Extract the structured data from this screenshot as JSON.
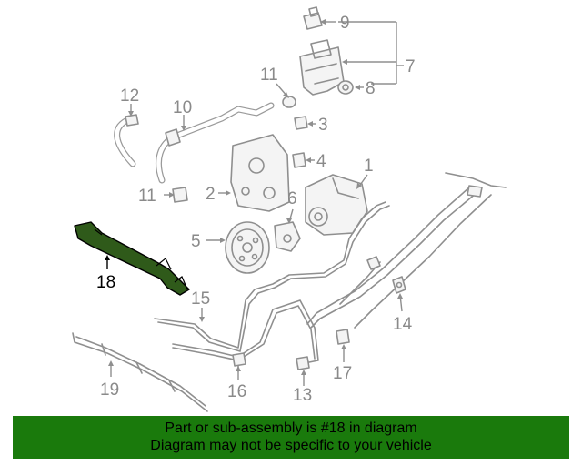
{
  "callouts": {
    "c1": "1",
    "c2": "2",
    "c3": "3",
    "c4": "4",
    "c5": "5",
    "c6": "6",
    "c7": "7",
    "c8": "8",
    "c9": "9",
    "c10": "10",
    "c11a": "11",
    "c11b": "11",
    "c12": "12",
    "c13": "13",
    "c14": "14",
    "c15": "15",
    "c16": "16",
    "c17": "17",
    "c18": "18",
    "c19": "19"
  },
  "highlight": {
    "part": "18",
    "color": "#2f5a1a"
  },
  "banner": {
    "line1": "Part or sub-assembly is #18 in diagram",
    "line2": "Diagram may not be specific to your vehicle",
    "color": "#1a7a0c"
  }
}
